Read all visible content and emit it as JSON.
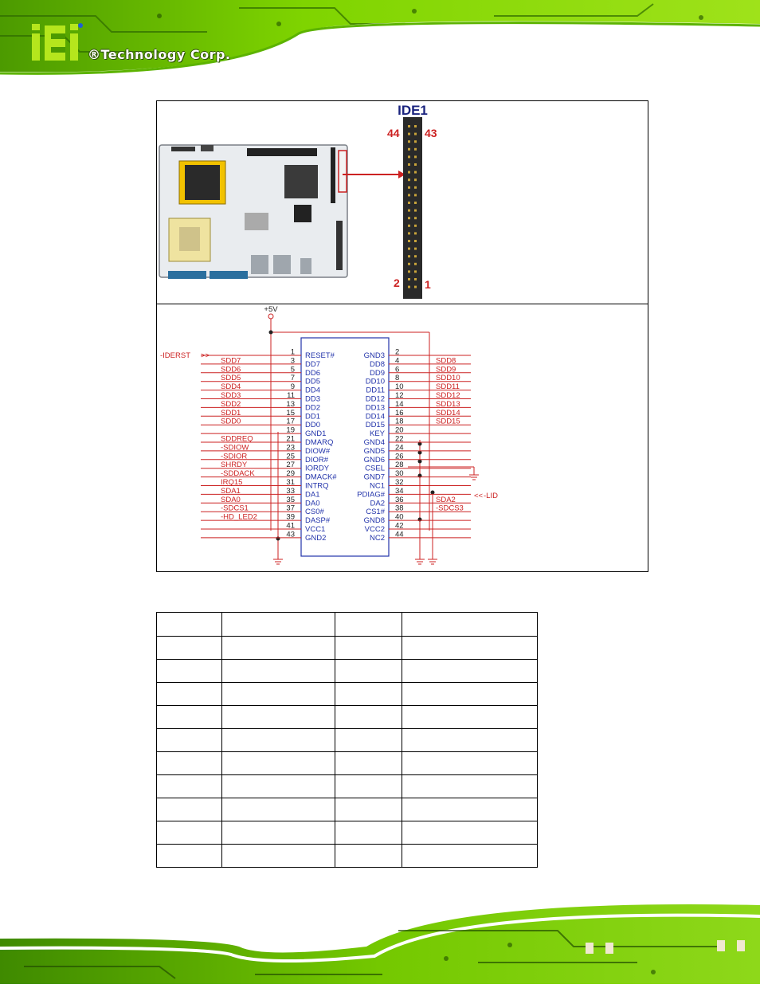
{
  "header": {
    "logo_text": "iEi",
    "brand": "®Technology Corp."
  },
  "figure": {
    "connector_label": "IDE1",
    "pin_corner_labels": {
      "top_left": "44",
      "top_right": "43",
      "bottom_left": "2",
      "bottom_right": "1"
    },
    "power_label": "+5V",
    "reset_label": "-IDERST",
    "lid_label": "-LID",
    "left_nets": [
      "SDD7",
      "SDD6",
      "SDD5",
      "SDD4",
      "SDD3",
      "SDD2",
      "SDD1",
      "SDD0",
      "",
      "SDDREQ",
      "-SDIOW",
      "-SDIOR",
      "SHRDY",
      "-SDDACK",
      "IRQ15",
      "SDA1",
      "SDA0",
      "-SDCS1",
      "-HD_LED2",
      "",
      ""
    ],
    "left_pin_numbers": [
      "1",
      "3",
      "5",
      "7",
      "9",
      "11",
      "13",
      "15",
      "17",
      "19",
      "21",
      "23",
      "25",
      "27",
      "29",
      "31",
      "33",
      "35",
      "37",
      "39",
      "41",
      "43"
    ],
    "left_pin_names": [
      "RESET#",
      "DD7",
      "DD6",
      "DD5",
      "DD4",
      "DD3",
      "DD2",
      "DD1",
      "DD0",
      "GND1",
      "DMARQ",
      "DIOW#",
      "DIOR#",
      "IORDY",
      "DMACK#",
      "INTRQ",
      "DA1",
      "DA0",
      "CS0#",
      "DASP#",
      "VCC1",
      "GND2"
    ],
    "right_pin_numbers": [
      "2",
      "4",
      "6",
      "8",
      "10",
      "12",
      "14",
      "16",
      "18",
      "20",
      "22",
      "24",
      "26",
      "28",
      "30",
      "32",
      "34",
      "36",
      "38",
      "40",
      "42",
      "44"
    ],
    "right_pin_names": [
      "GND3",
      "DD8",
      "DD9",
      "DD10",
      "DD11",
      "DD12",
      "DD13",
      "DD14",
      "DD15",
      "KEY",
      "GND4",
      "GND5",
      "GND6",
      "CSEL",
      "GND7",
      "NC1",
      "PDIAG#",
      "DA2",
      "CS1#",
      "GND8",
      "VCC2",
      "NC2"
    ],
    "right_nets": [
      "",
      "SDD8",
      "SDD9",
      "SDD10",
      "SDD11",
      "SDD12",
      "SDD13",
      "SDD14",
      "SDD15",
      "",
      "",
      "",
      "",
      "",
      "",
      "",
      "",
      "SDA2",
      "-SDCS3",
      "",
      "",
      ""
    ]
  },
  "table": {
    "rows": 11,
    "columns": 4
  },
  "colors": {
    "schematic_red": "#cc2222",
    "pin_blue": "#2233aa",
    "pcb_green": "#66cc00",
    "label_blue": "#1a237e"
  }
}
